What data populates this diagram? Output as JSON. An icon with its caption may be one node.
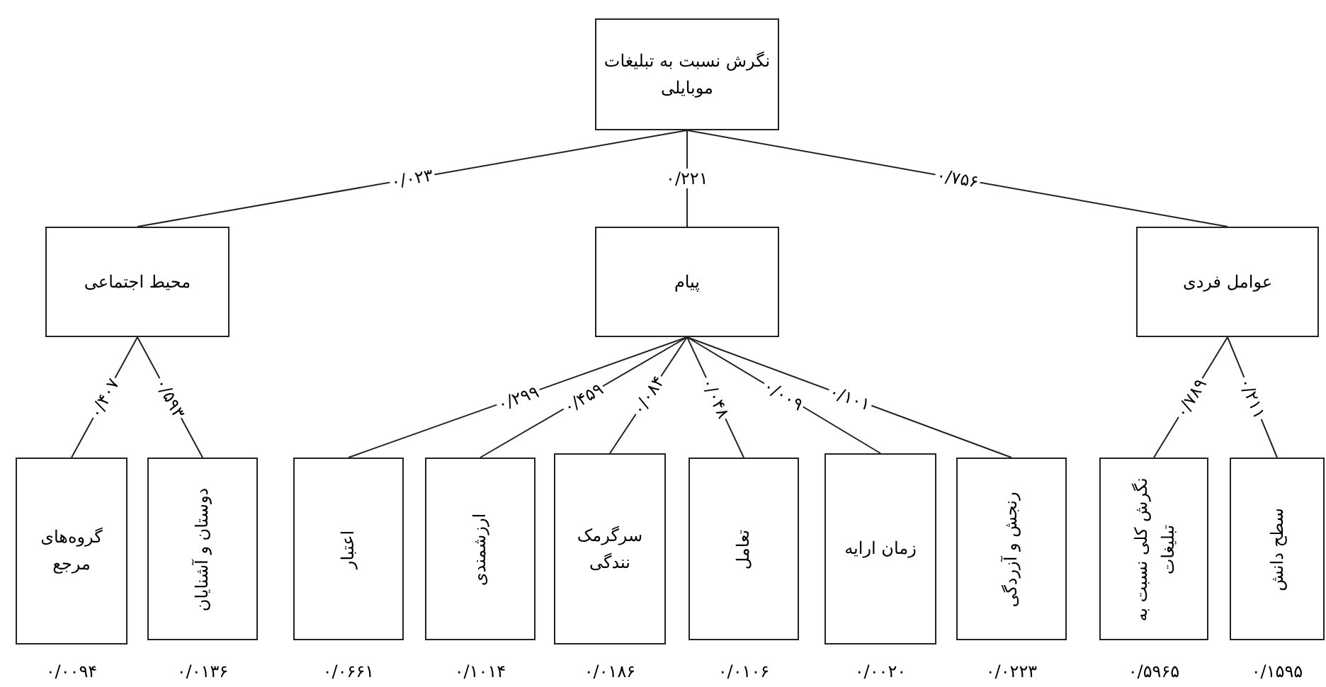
{
  "diagram": {
    "nodes": [
      {
        "text": [
          "نگرش نسبت به تبلیغات موبایلی"
        ]
      },
      {
        "text": [
          "محیط اجتماعی"
        ]
      },
      {
        "text": [
          "پیام"
        ]
      },
      {
        "text": [
          "عوامل فردی"
        ]
      },
      {
        "text": [
          "گروه‌های مرجع"
        ],
        "beside": [
          "۰/۰۰۹۴"
        ]
      },
      {
        "text": [
          "دوستان و آشنایان"
        ],
        "beside": [
          "۰/۰۱۳۶"
        ]
      },
      {
        "text": [
          "اعتبار"
        ],
        "beside": [
          "۰/۰۶۶۱"
        ]
      },
      {
        "text": [
          "ارزشمندی"
        ],
        "beside": [
          "۰/۱۰۱۴"
        ]
      },
      {
        "text": [
          "سرگرمک نندگی"
        ],
        "beside": [
          "۰/۰۱۸۶"
        ]
      },
      {
        "text": [
          "تعامل"
        ],
        "beside": [
          "۰/۰۱۰۶"
        ]
      },
      {
        "text": [
          "زمان ارایه"
        ],
        "beside": [
          "۰/۰۰۲۰"
        ]
      },
      {
        "text": [
          "رنجش و آزردگی"
        ],
        "beside": [
          "۰/۰۲۲۳"
        ]
      },
      {
        "text": [
          "نگرش کلی نسبت به تبلیغات"
        ],
        "beside": [
          "۰/۵۹۶۵"
        ]
      },
      {
        "text": [
          "سطح دانش"
        ],
        "beside": [
          "۰/۱۵۹۵"
        ]
      }
    ],
    "edges": [
      {
        "from": 0,
        "to": 1,
        "arrow": "none",
        "label": "۰/۰۲۳"
      },
      {
        "from": 0,
        "to": 2,
        "arrow": "none",
        "label": "۰/۲۲۱"
      },
      {
        "from": 0,
        "to": 3,
        "arrow": "none",
        "label": "۰/۷۵۶"
      },
      {
        "from": 1,
        "to": 4,
        "arrow": "none",
        "label": "۰/۴۰۷"
      },
      {
        "from": 1,
        "to": 5,
        "arrow": "none",
        "label": "۰/۵۹۳"
      },
      {
        "from": 2,
        "to": 6,
        "arrow": "none",
        "label": "۰/۲۹۹"
      },
      {
        "from": 2,
        "to": 7,
        "arrow": "none",
        "label": "۰/۴۵۹"
      },
      {
        "from": 2,
        "to": 8,
        "arrow": "none",
        "label": "۰/۰۸۴"
      },
      {
        "from": 2,
        "to": 9,
        "arrow": "none",
        "label": "۰/۰۴۸"
      },
      {
        "from": 2,
        "to": 10,
        "arrow": "none",
        "label": "۰/۰۰۹"
      },
      {
        "from": 2,
        "to": 11,
        "arrow": "none",
        "label": "۰/۱۰۱"
      },
      {
        "from": 3,
        "to": 12,
        "arrow": "none",
        "label": "۰/۷۸۹"
      },
      {
        "from": 3,
        "to": 13,
        "arrow": "none",
        "label": "۰/۲۱۱"
      }
    ]
  }
}
